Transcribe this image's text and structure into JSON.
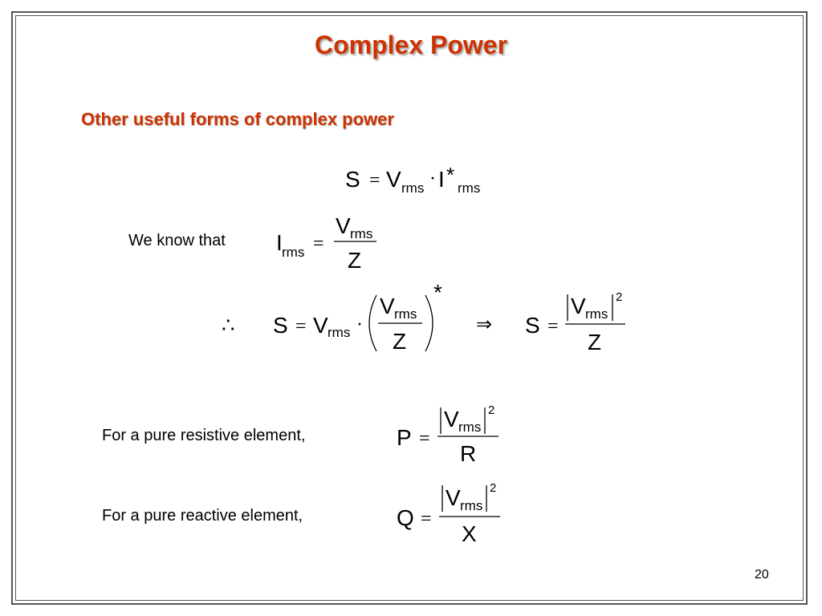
{
  "slide": {
    "title": "Complex Power",
    "subtitle": "Other useful forms of complex power",
    "page_number": "20"
  },
  "body": {
    "we_know_that": "We know that",
    "resistive_label": "For a pure resistive element,",
    "reactive_label": "For a pure reactive element,"
  },
  "equations": {
    "eq1": {
      "lhs": "S",
      "v": "V",
      "v_sub": "rms",
      "i": "I",
      "star": "*",
      "i_sub": "rms"
    },
    "eq2": {
      "lhs": "I",
      "lhs_sub": "rms",
      "num": "V",
      "num_sub": "rms",
      "den": "Z"
    },
    "eq3": {
      "therefore": "∴",
      "lhs": "S",
      "v": "V",
      "v_sub": "rms",
      "num": "V",
      "num_sub": "rms",
      "den": "Z",
      "star": "*"
    },
    "eq4": {
      "implies": "⇒",
      "lhs": "S",
      "num": "V",
      "num_sub": "rms",
      "exp": "2",
      "den": "Z"
    },
    "eq5": {
      "lhs": "P",
      "num": "V",
      "num_sub": "rms",
      "exp": "2",
      "den": "R"
    },
    "eq6": {
      "lhs": "Q",
      "num": "V",
      "num_sub": "rms",
      "exp": "2",
      "den": "X"
    },
    "symbols": {
      "equals": "=",
      "dot": "·"
    }
  }
}
